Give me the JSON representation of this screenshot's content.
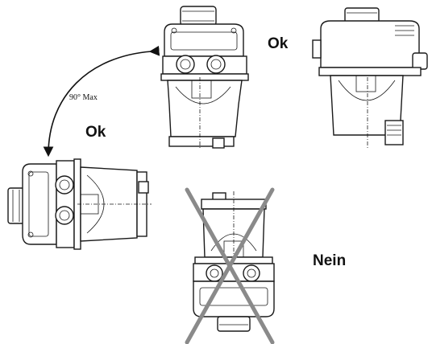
{
  "labels": {
    "ok_top": "Ok",
    "ok_left": "Ok",
    "nein": "Nein",
    "angle": "90° Max"
  }
}
